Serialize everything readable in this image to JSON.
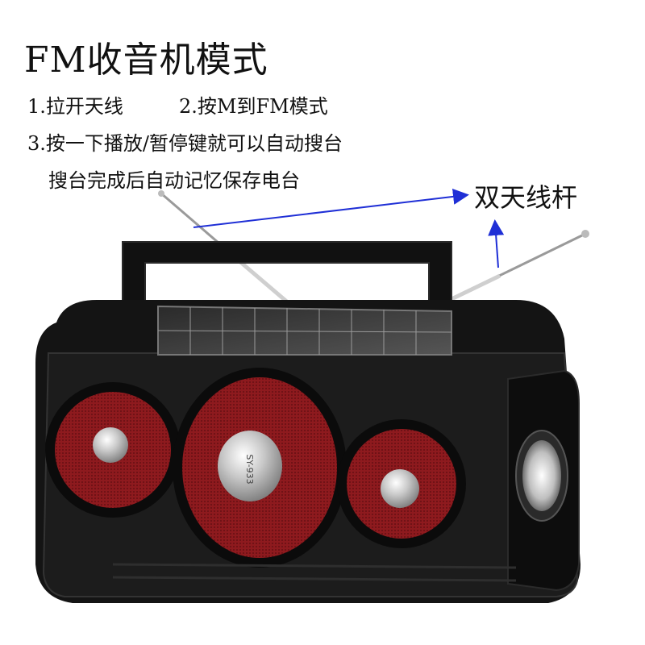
{
  "heading": "FM收音机模式",
  "steps": {
    "step1": "1.拉开天线",
    "step2": "2.按M到FM模式",
    "step3": "3.按一下播放/暂停键就可以自动搜台",
    "step3_cont": "搜台完成后自动记忆保存电台"
  },
  "callout": {
    "label": "双天线杆",
    "arrow_color": "#1f2fd6"
  },
  "product": {
    "speaker_brand": "SY-933",
    "grille_color": "#8e1a1e",
    "body_color": "#141414"
  }
}
